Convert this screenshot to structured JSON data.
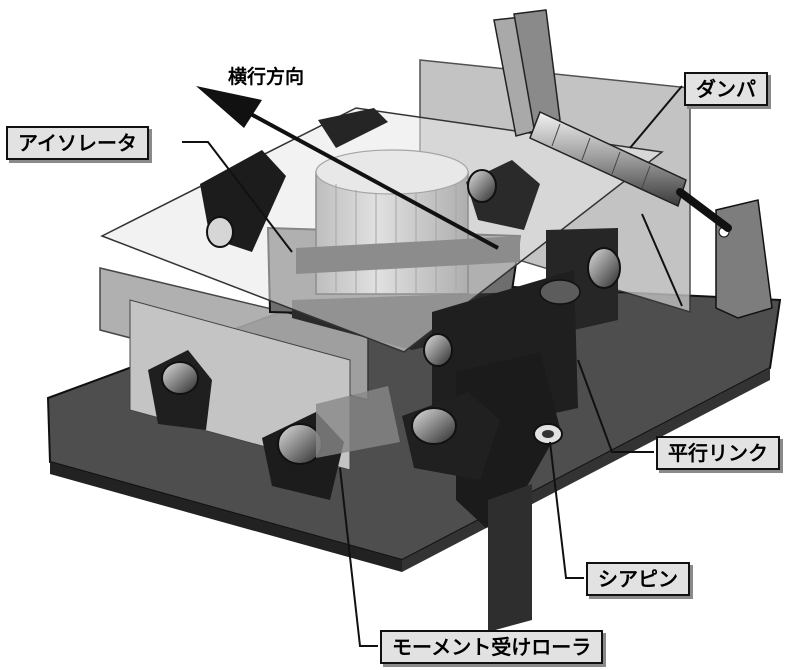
{
  "labels": {
    "direction": "横行方向",
    "damper": "ダンパ",
    "isolator": "アイソレータ",
    "parallel_link": "平行リンク",
    "shear_pin": "シアピン",
    "moment_roller": "モーメント受けローラ"
  },
  "colors": {
    "dark": "#1c1c1c",
    "mid": "#7a7a7a",
    "light": "#c9c9c9",
    "panel": "#b5b5b5",
    "glass": "#e6e6e6",
    "callout_bg": "#e2e2e2"
  }
}
